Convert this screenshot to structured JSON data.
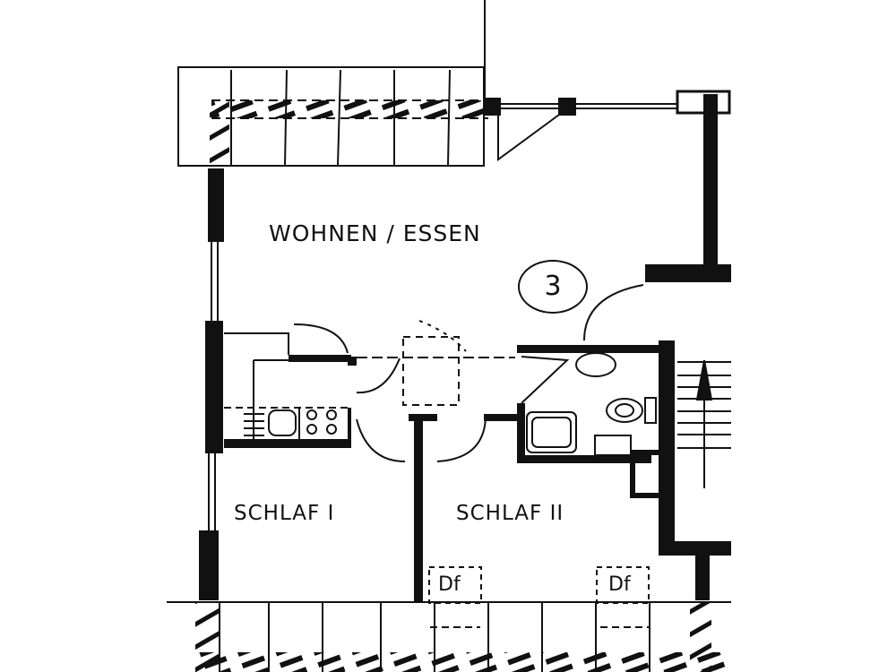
{
  "plan": {
    "type": "floor-plan",
    "rooms": [
      {
        "id": "wohnen",
        "label": "WOHNEN / ESSEN"
      },
      {
        "id": "schlaf1",
        "label": "SCHLAF I"
      },
      {
        "id": "schlaf2",
        "label": "SCHLAF II"
      }
    ],
    "unit_number": "3",
    "skylights": [
      {
        "label": "Df"
      },
      {
        "label": "Df"
      }
    ],
    "fixtures": [
      "kitchen-sink",
      "stove-4-burner",
      "toilet",
      "bathtub",
      "washbasin",
      "bidet",
      "stairs-up-arrow"
    ],
    "colors": {
      "ink": "#111111",
      "paper": "#ffffff"
    }
  }
}
